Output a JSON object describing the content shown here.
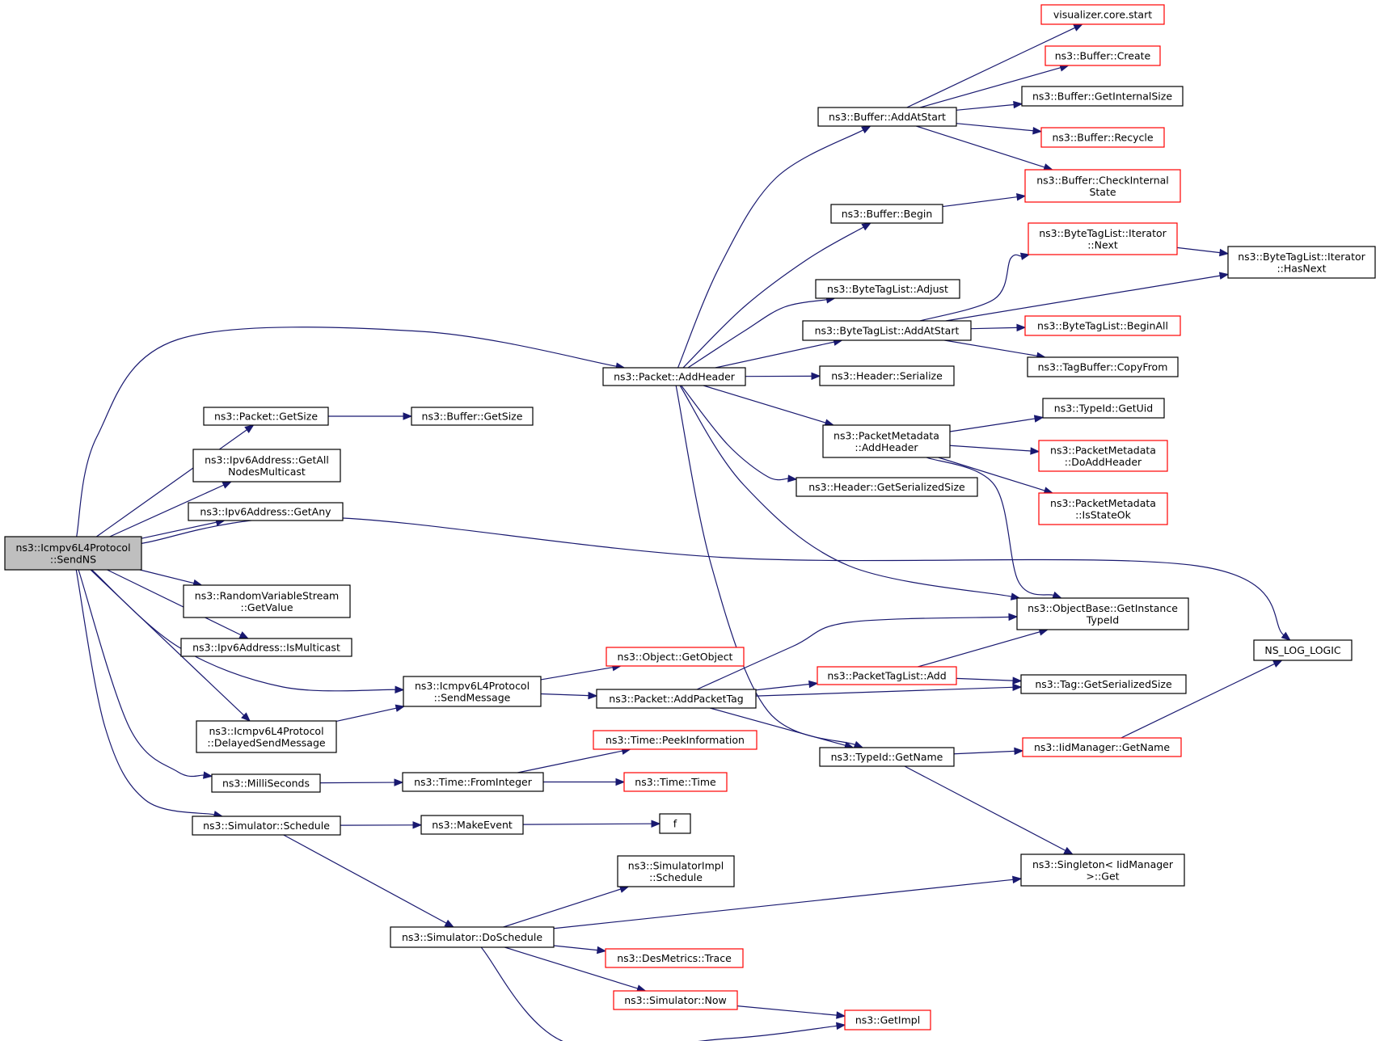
{
  "diagram": {
    "type": "call-graph",
    "colors": {
      "edge": "#191970",
      "node_border": "#000000",
      "undocumented_border": "#ff0000",
      "root_fill": "#bfbfbf"
    },
    "nodes": [
      {
        "id": "sendns",
        "lines": [
          "ns3::Icmpv6L4Protocol",
          "::SendNS"
        ],
        "style": "root"
      },
      {
        "id": "pkt_addheader",
        "lines": [
          "ns3::Packet::AddHeader"
        ],
        "style": "normal"
      },
      {
        "id": "pkt_getsize",
        "lines": [
          "ns3::Packet::GetSize"
        ],
        "style": "normal"
      },
      {
        "id": "buf_getsize",
        "lines": [
          "ns3::Buffer::GetSize"
        ],
        "style": "normal"
      },
      {
        "id": "ipv6_allnodes",
        "lines": [
          "ns3::Ipv6Address::GetAll",
          "NodesMulticast"
        ],
        "style": "normal"
      },
      {
        "id": "ipv6_getany",
        "lines": [
          "ns3::Ipv6Address::GetAny"
        ],
        "style": "normal"
      },
      {
        "id": "rvs_getvalue",
        "lines": [
          "ns3::RandomVariableStream",
          "::GetValue"
        ],
        "style": "normal"
      },
      {
        "id": "ipv6_ismulticast",
        "lines": [
          "ns3::Ipv6Address::IsMulticast"
        ],
        "style": "normal"
      },
      {
        "id": "icmp_sendmessage",
        "lines": [
          "ns3::Icmpv6L4Protocol",
          "::SendMessage"
        ],
        "style": "normal"
      },
      {
        "id": "icmp_delayed",
        "lines": [
          "ns3::Icmpv6L4Protocol",
          "::DelayedSendMessage"
        ],
        "style": "normal"
      },
      {
        "id": "milliseconds",
        "lines": [
          "ns3::MilliSeconds"
        ],
        "style": "normal"
      },
      {
        "id": "sim_schedule",
        "lines": [
          "ns3::Simulator::Schedule"
        ],
        "style": "normal"
      },
      {
        "id": "obj_getobject",
        "lines": [
          "ns3::Object::GetObject"
        ],
        "style": "red"
      },
      {
        "id": "pkt_addpackettag",
        "lines": [
          "ns3::Packet::AddPacketTag"
        ],
        "style": "normal"
      },
      {
        "id": "time_peek",
        "lines": [
          "ns3::Time::PeekInformation"
        ],
        "style": "red"
      },
      {
        "id": "time_fromint",
        "lines": [
          "ns3::Time::FromInteger"
        ],
        "style": "normal"
      },
      {
        "id": "time_time",
        "lines": [
          "ns3::Time::Time"
        ],
        "style": "red"
      },
      {
        "id": "makeevent",
        "lines": [
          "ns3::MakeEvent"
        ],
        "style": "normal"
      },
      {
        "id": "f",
        "lines": [
          "f"
        ],
        "style": "normal"
      },
      {
        "id": "simimpl_schedule",
        "lines": [
          "ns3::SimulatorImpl",
          "::Schedule"
        ],
        "style": "normal"
      },
      {
        "id": "sim_doschedule",
        "lines": [
          "ns3::Simulator::DoSchedule"
        ],
        "style": "normal"
      },
      {
        "id": "desmetrics_trace",
        "lines": [
          "ns3::DesMetrics::Trace"
        ],
        "style": "red"
      },
      {
        "id": "sim_now",
        "lines": [
          "ns3::Simulator::Now"
        ],
        "style": "red"
      },
      {
        "id": "getimpl",
        "lines": [
          "ns3::GetImpl"
        ],
        "style": "red"
      },
      {
        "id": "buf_addatstart",
        "lines": [
          "ns3::Buffer::AddAtStart"
        ],
        "style": "normal"
      },
      {
        "id": "buf_begin",
        "lines": [
          "ns3::Buffer::Begin"
        ],
        "style": "normal"
      },
      {
        "id": "btl_adjust",
        "lines": [
          "ns3::ByteTagList::Adjust"
        ],
        "style": "normal"
      },
      {
        "id": "btl_addatstart",
        "lines": [
          "ns3::ByteTagList::AddAtStart"
        ],
        "style": "normal"
      },
      {
        "id": "hdr_serialize",
        "lines": [
          "ns3::Header::Serialize"
        ],
        "style": "normal"
      },
      {
        "id": "pm_addheader",
        "lines": [
          "ns3::PacketMetadata",
          "::AddHeader"
        ],
        "style": "normal"
      },
      {
        "id": "hdr_getsersize",
        "lines": [
          "ns3::Header::GetSerializedSize"
        ],
        "style": "normal"
      },
      {
        "id": "ob_getinstance",
        "lines": [
          "ns3::ObjectBase::GetInstance",
          "TypeId"
        ],
        "style": "normal"
      },
      {
        "id": "ptl_add",
        "lines": [
          "ns3::PacketTagList::Add"
        ],
        "style": "red"
      },
      {
        "id": "tag_getsersize",
        "lines": [
          "ns3::Tag::GetSerializedSize"
        ],
        "style": "normal"
      },
      {
        "id": "typeid_getname",
        "lines": [
          "ns3::TypeId::GetName"
        ],
        "style": "normal"
      },
      {
        "id": "iid_getname",
        "lines": [
          "ns3::IidManager::GetName"
        ],
        "style": "red"
      },
      {
        "id": "singleton_get",
        "lines": [
          "ns3::Singleton< IidManager",
          ">::Get"
        ],
        "style": "normal"
      },
      {
        "id": "visualizer",
        "lines": [
          "visualizer.core.start"
        ],
        "style": "red"
      },
      {
        "id": "buf_create",
        "lines": [
          "ns3::Buffer::Create"
        ],
        "style": "red"
      },
      {
        "id": "buf_getinternal",
        "lines": [
          "ns3::Buffer::GetInternalSize"
        ],
        "style": "normal"
      },
      {
        "id": "buf_recycle",
        "lines": [
          "ns3::Buffer::Recycle"
        ],
        "style": "red"
      },
      {
        "id": "buf_checkinternal",
        "lines": [
          "ns3::Buffer::CheckInternal",
          "State"
        ],
        "style": "red"
      },
      {
        "id": "btl_it_next",
        "lines": [
          "ns3::ByteTagList::Iterator",
          "::Next"
        ],
        "style": "red"
      },
      {
        "id": "btl_it_hasnext",
        "lines": [
          "ns3::ByteTagList::Iterator",
          "::HasNext"
        ],
        "style": "normal"
      },
      {
        "id": "btl_beginall",
        "lines": [
          "ns3::ByteTagList::BeginAll"
        ],
        "style": "red"
      },
      {
        "id": "tagbuf_copyfrom",
        "lines": [
          "ns3::TagBuffer::CopyFrom"
        ],
        "style": "normal"
      },
      {
        "id": "typeid_getuid",
        "lines": [
          "ns3::TypeId::GetUid"
        ],
        "style": "normal"
      },
      {
        "id": "pm_doaddheader",
        "lines": [
          "ns3::PacketMetadata",
          "::DoAddHeader"
        ],
        "style": "red"
      },
      {
        "id": "pm_isstateok",
        "lines": [
          "ns3::PacketMetadata",
          "::IsStateOk"
        ],
        "style": "red"
      },
      {
        "id": "ns_log_logic",
        "lines": [
          "NS_LOG_LOGIC"
        ],
        "style": "normal"
      }
    ],
    "edges": [
      [
        "sendns",
        "pkt_addheader"
      ],
      [
        "sendns",
        "pkt_getsize"
      ],
      [
        "sendns",
        "ipv6_allnodes"
      ],
      [
        "sendns",
        "ipv6_getany"
      ],
      [
        "sendns",
        "ns_log_logic"
      ],
      [
        "sendns",
        "rvs_getvalue"
      ],
      [
        "sendns",
        "ipv6_ismulticast"
      ],
      [
        "sendns",
        "icmp_sendmessage"
      ],
      [
        "sendns",
        "icmp_delayed"
      ],
      [
        "sendns",
        "milliseconds"
      ],
      [
        "sendns",
        "sim_schedule"
      ],
      [
        "pkt_getsize",
        "buf_getsize"
      ],
      [
        "icmp_delayed",
        "icmp_sendmessage"
      ],
      [
        "milliseconds",
        "time_fromint"
      ],
      [
        "sim_schedule",
        "makeevent"
      ],
      [
        "sim_schedule",
        "sim_doschedule"
      ],
      [
        "icmp_sendmessage",
        "obj_getobject"
      ],
      [
        "icmp_sendmessage",
        "pkt_addpackettag"
      ],
      [
        "time_fromint",
        "time_peek"
      ],
      [
        "time_fromint",
        "time_time"
      ],
      [
        "makeevent",
        "f"
      ],
      [
        "sim_doschedule",
        "simimpl_schedule"
      ],
      [
        "sim_doschedule",
        "singleton_get"
      ],
      [
        "sim_doschedule",
        "desmetrics_trace"
      ],
      [
        "sim_doschedule",
        "sim_now"
      ],
      [
        "sim_doschedule",
        "getimpl"
      ],
      [
        "sim_now",
        "getimpl"
      ],
      [
        "pkt_addheader",
        "buf_addatstart"
      ],
      [
        "pkt_addheader",
        "buf_begin"
      ],
      [
        "pkt_addheader",
        "btl_adjust"
      ],
      [
        "pkt_addheader",
        "btl_addatstart"
      ],
      [
        "pkt_addheader",
        "hdr_serialize"
      ],
      [
        "pkt_addheader",
        "pm_addheader"
      ],
      [
        "pkt_addheader",
        "hdr_getsersize"
      ],
      [
        "pkt_addheader",
        "ob_getinstance"
      ],
      [
        "pkt_addheader",
        "typeid_getname"
      ],
      [
        "pkt_addpackettag",
        "ob_getinstance"
      ],
      [
        "pkt_addpackettag",
        "ptl_add"
      ],
      [
        "pkt_addpackettag",
        "tag_getsersize"
      ],
      [
        "pkt_addpackettag",
        "typeid_getname"
      ],
      [
        "ptl_add",
        "ob_getinstance"
      ],
      [
        "ptl_add",
        "tag_getsersize"
      ],
      [
        "typeid_getname",
        "iid_getname"
      ],
      [
        "typeid_getname",
        "singleton_get"
      ],
      [
        "iid_getname",
        "ns_log_logic"
      ],
      [
        "buf_addatstart",
        "visualizer"
      ],
      [
        "buf_addatstart",
        "buf_create"
      ],
      [
        "buf_addatstart",
        "buf_getinternal"
      ],
      [
        "buf_addatstart",
        "buf_recycle"
      ],
      [
        "buf_addatstart",
        "buf_checkinternal"
      ],
      [
        "buf_begin",
        "buf_checkinternal"
      ],
      [
        "btl_addatstart",
        "btl_it_next"
      ],
      [
        "btl_addatstart",
        "btl_it_hasnext"
      ],
      [
        "btl_addatstart",
        "btl_beginall"
      ],
      [
        "btl_addatstart",
        "tagbuf_copyfrom"
      ],
      [
        "btl_it_next",
        "btl_it_hasnext"
      ],
      [
        "pm_addheader",
        "typeid_getuid"
      ],
      [
        "pm_addheader",
        "pm_doaddheader"
      ],
      [
        "pm_addheader",
        "pm_isstateok"
      ],
      [
        "pm_addheader",
        "ob_getinstance"
      ]
    ]
  }
}
